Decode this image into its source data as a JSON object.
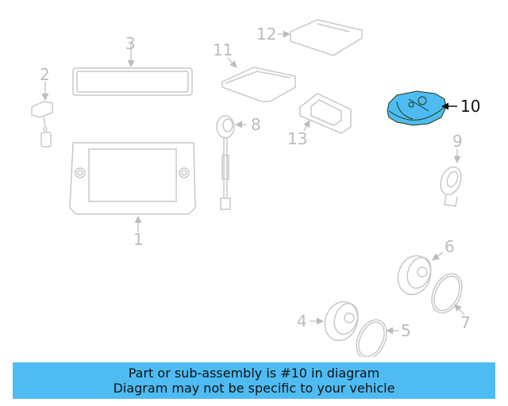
{
  "diagram": {
    "highlighted_part": "10",
    "colors": {
      "line": "#c8c8c8",
      "highlight_fill": "#4fbbf3",
      "highlight_stroke": "#1e3a10",
      "banner_bg": "#4fbbf3",
      "label": "#bcbcbc",
      "label_highlight": "#111111"
    },
    "callouts": [
      {
        "id": "1",
        "label": "1"
      },
      {
        "id": "2",
        "label": "2"
      },
      {
        "id": "3",
        "label": "3"
      },
      {
        "id": "4",
        "label": "4"
      },
      {
        "id": "5",
        "label": "5"
      },
      {
        "id": "6",
        "label": "6"
      },
      {
        "id": "7",
        "label": "7"
      },
      {
        "id": "8",
        "label": "8"
      },
      {
        "id": "9",
        "label": "9"
      },
      {
        "id": "10",
        "label": "10"
      },
      {
        "id": "11",
        "label": "11"
      },
      {
        "id": "12",
        "label": "12"
      },
      {
        "id": "13",
        "label": "13"
      }
    ]
  },
  "banner": {
    "line1": "Part or sub-assembly is #10 in diagram",
    "line2": "Diagram may not be specific to your vehicle"
  }
}
